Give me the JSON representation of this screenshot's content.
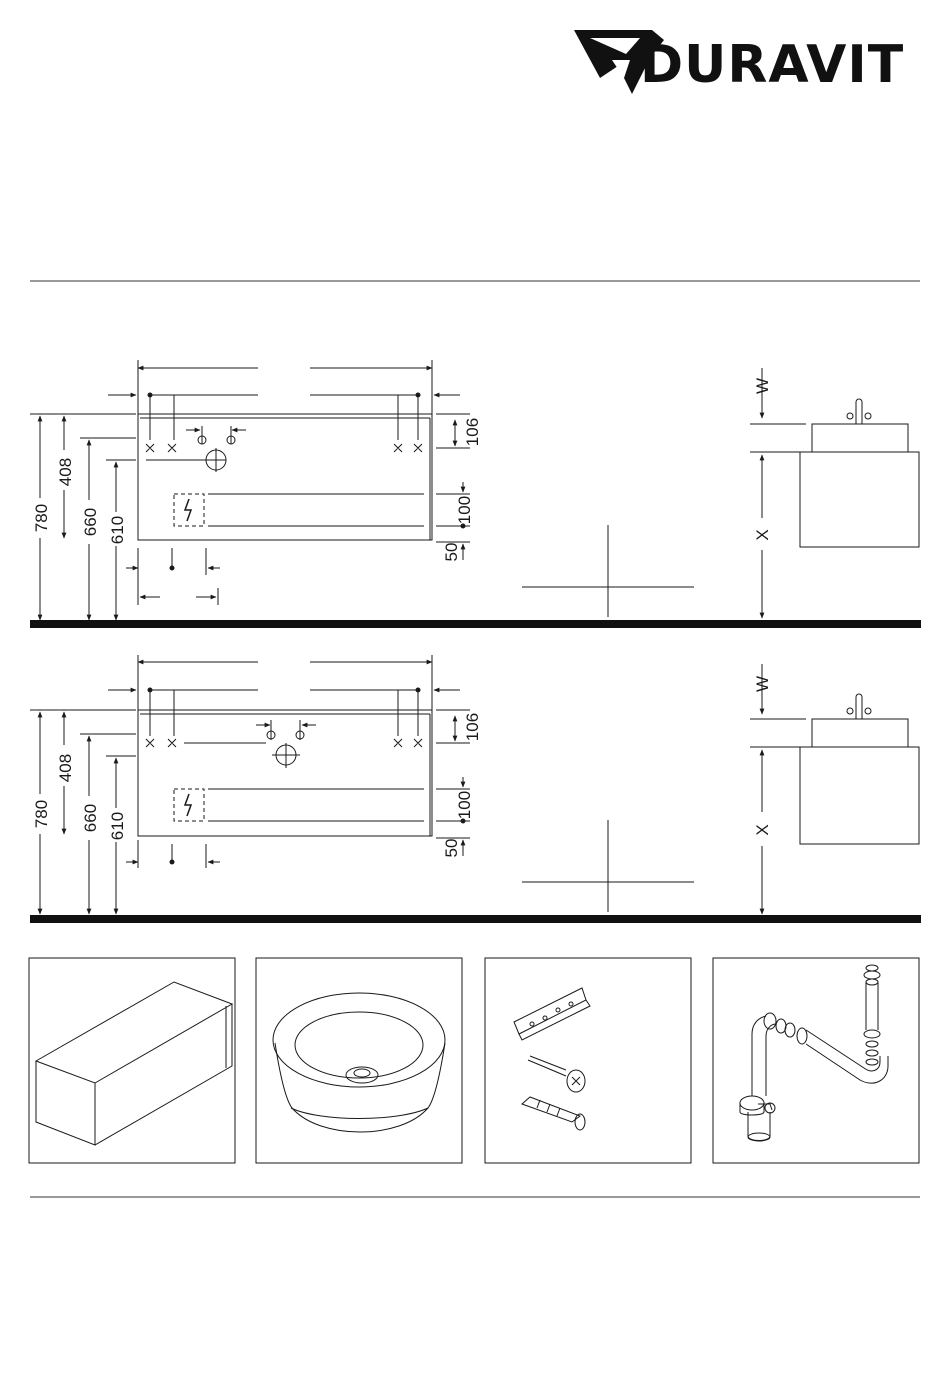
{
  "brand": {
    "name": "DURAVIT"
  },
  "drawings": [
    {
      "id": "variant-a",
      "dimensions": {
        "overall_height": "780",
        "top_height": "408",
        "mid_height": "660",
        "low_height": "610",
        "top_offset": "106",
        "slot_height": "100",
        "bottom_offset": "50"
      },
      "side_labels": {
        "upper": "W",
        "lower": "X"
      }
    },
    {
      "id": "variant-b",
      "dimensions": {
        "overall_height": "780",
        "top_height": "408",
        "mid_height": "660",
        "low_height": "610",
        "top_offset": "106",
        "slot_height": "100",
        "bottom_offset": "50"
      },
      "side_labels": {
        "upper": "W",
        "lower": "X"
      }
    }
  ],
  "parts": [
    {
      "id": "part-cabinet",
      "icon": "cabinet-icon"
    },
    {
      "id": "part-basin",
      "icon": "round-basin-icon"
    },
    {
      "id": "part-fixings",
      "icon": "fixing-kit-icon"
    },
    {
      "id": "part-siphon",
      "icon": "siphon-icon"
    }
  ],
  "colors": {
    "line": "#1a1a1a",
    "floor": "#111111",
    "paper": "#ffffff"
  }
}
